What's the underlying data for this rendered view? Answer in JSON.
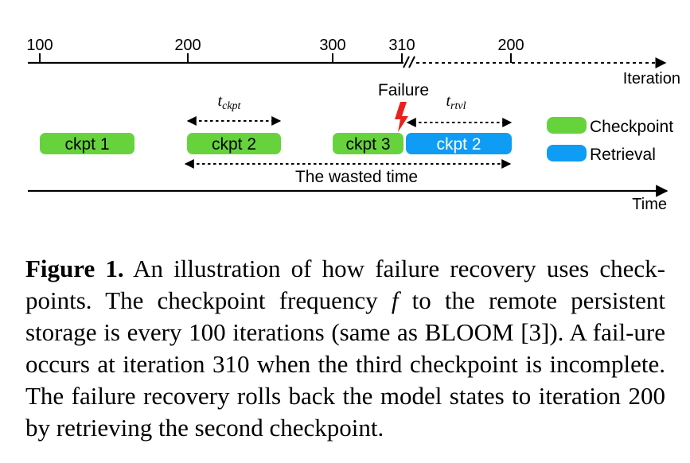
{
  "iteration_axis": {
    "ticks": [
      "100",
      "200",
      "300",
      "310",
      "200"
    ],
    "label": "Iteration"
  },
  "time_axis": {
    "label": "Time"
  },
  "failure_label": "Failure",
  "intervals": {
    "ckpt": {
      "base": "t",
      "sub": "ckpt"
    },
    "rtvl": {
      "base": "t",
      "sub": "rtvl"
    }
  },
  "bars": [
    {
      "label": "ckpt 1",
      "kind": "checkpoint"
    },
    {
      "label": "ckpt 2",
      "kind": "checkpoint"
    },
    {
      "label": "ckpt 3",
      "kind": "checkpoint"
    },
    {
      "label": "ckpt 2",
      "kind": "retrieval"
    }
  ],
  "wasted_label": "The wasted time",
  "legend": [
    {
      "label": "Checkpoint",
      "color": "#66d33c"
    },
    {
      "label": "Retrieval",
      "color": "#0f9cf5"
    }
  ],
  "colors": {
    "checkpoint": "#66d33c",
    "retrieval": "#0f9cf5",
    "failure": "#e8221c"
  },
  "caption": {
    "number": "Figure 1.",
    "text_1": " An illustration of how failure recovery uses check-points. The checkpoint frequency ",
    "symbol": "f",
    "text_2": " to the remote persistent storage is every 100 iterations (same as BLOOM [3]). A fail-ure occurs at iteration 310 when the third checkpoint is incomplete. The failure recovery rolls back the model states to iteration 200 by retrieving the second checkpoint."
  }
}
